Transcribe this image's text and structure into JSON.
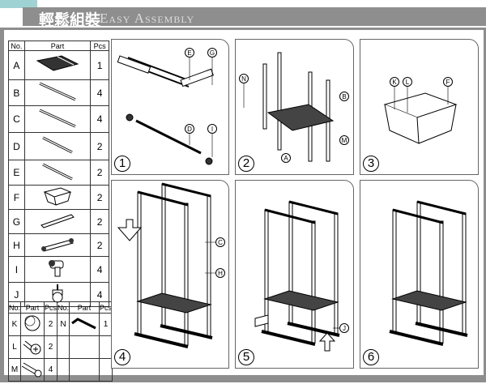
{
  "header": {
    "title_zh": "輕鬆組裝",
    "title_en": "Easy Assembly"
  },
  "parts_table": {
    "headers": [
      "No.",
      "Part",
      "Pcs"
    ],
    "rows": [
      {
        "no": "A",
        "pcs": "1",
        "icon": "shelf-rack"
      },
      {
        "no": "B",
        "pcs": "4",
        "icon": "long-tube"
      },
      {
        "no": "C",
        "pcs": "4",
        "icon": "long-tube"
      },
      {
        "no": "D",
        "pcs": "2",
        "icon": "tube"
      },
      {
        "no": "E",
        "pcs": "2",
        "icon": "tube"
      },
      {
        "no": "F",
        "pcs": "2",
        "icon": "basket"
      },
      {
        "no": "G",
        "pcs": "2",
        "icon": "base-bar"
      },
      {
        "no": "H",
        "pcs": "2",
        "icon": "connector-bar"
      },
      {
        "no": "I",
        "pcs": "4",
        "icon": "t-connector"
      },
      {
        "no": "J",
        "pcs": "4",
        "icon": "caster-wheel"
      }
    ]
  },
  "small_table": {
    "headers": [
      "No.",
      "Part",
      "Pcs",
      "No.",
      "Part",
      "Pcs"
    ],
    "rows": [
      {
        "no": "K",
        "pcs": "2",
        "icon": "knob",
        "no2": "N",
        "pcs2": "1",
        "icon2": "allen-key"
      },
      {
        "no": "L",
        "pcs": "2",
        "icon": "short-screw"
      },
      {
        "no": "M",
        "pcs": "4",
        "icon": "long-screw"
      }
    ]
  },
  "steps": [
    {
      "number": "1",
      "labels": [
        "E",
        "G",
        "D",
        "I"
      ]
    },
    {
      "number": "2",
      "labels": [
        "N",
        "B",
        "M",
        "A"
      ]
    },
    {
      "number": "3",
      "labels": [
        "K",
        "L",
        "F"
      ]
    },
    {
      "number": "4",
      "labels": [
        "C",
        "H"
      ]
    },
    {
      "number": "5",
      "labels": [
        "J"
      ]
    },
    {
      "number": "6",
      "labels": []
    }
  ]
}
